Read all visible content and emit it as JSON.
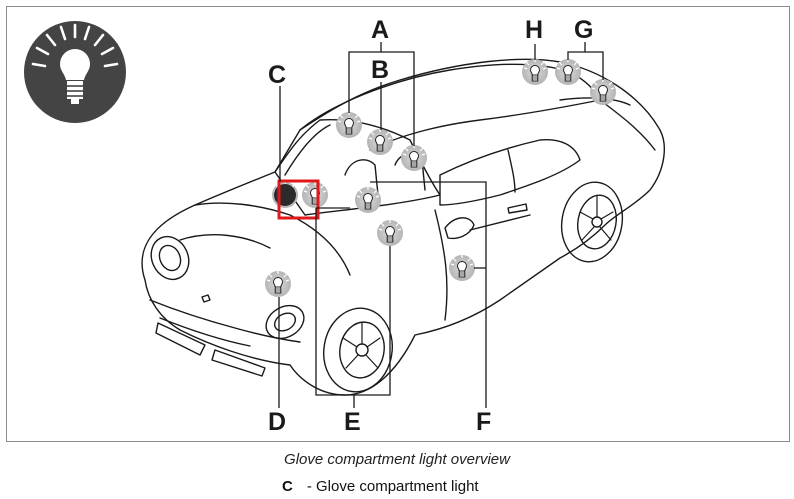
{
  "figure": {
    "icon": "light-bulb-icon",
    "highlight_color": "#e0191b",
    "callouts": [
      {
        "id": "A",
        "label": "A"
      },
      {
        "id": "B",
        "label": "B"
      },
      {
        "id": "C",
        "label": "C"
      },
      {
        "id": "D",
        "label": "D"
      },
      {
        "id": "E",
        "label": "E"
      },
      {
        "id": "F",
        "label": "F"
      },
      {
        "id": "G",
        "label": "G"
      },
      {
        "id": "H",
        "label": "H"
      }
    ]
  },
  "caption": "Glove compartment light overview",
  "legend": [
    {
      "key": "C",
      "text": "- Glove compartment light"
    }
  ]
}
